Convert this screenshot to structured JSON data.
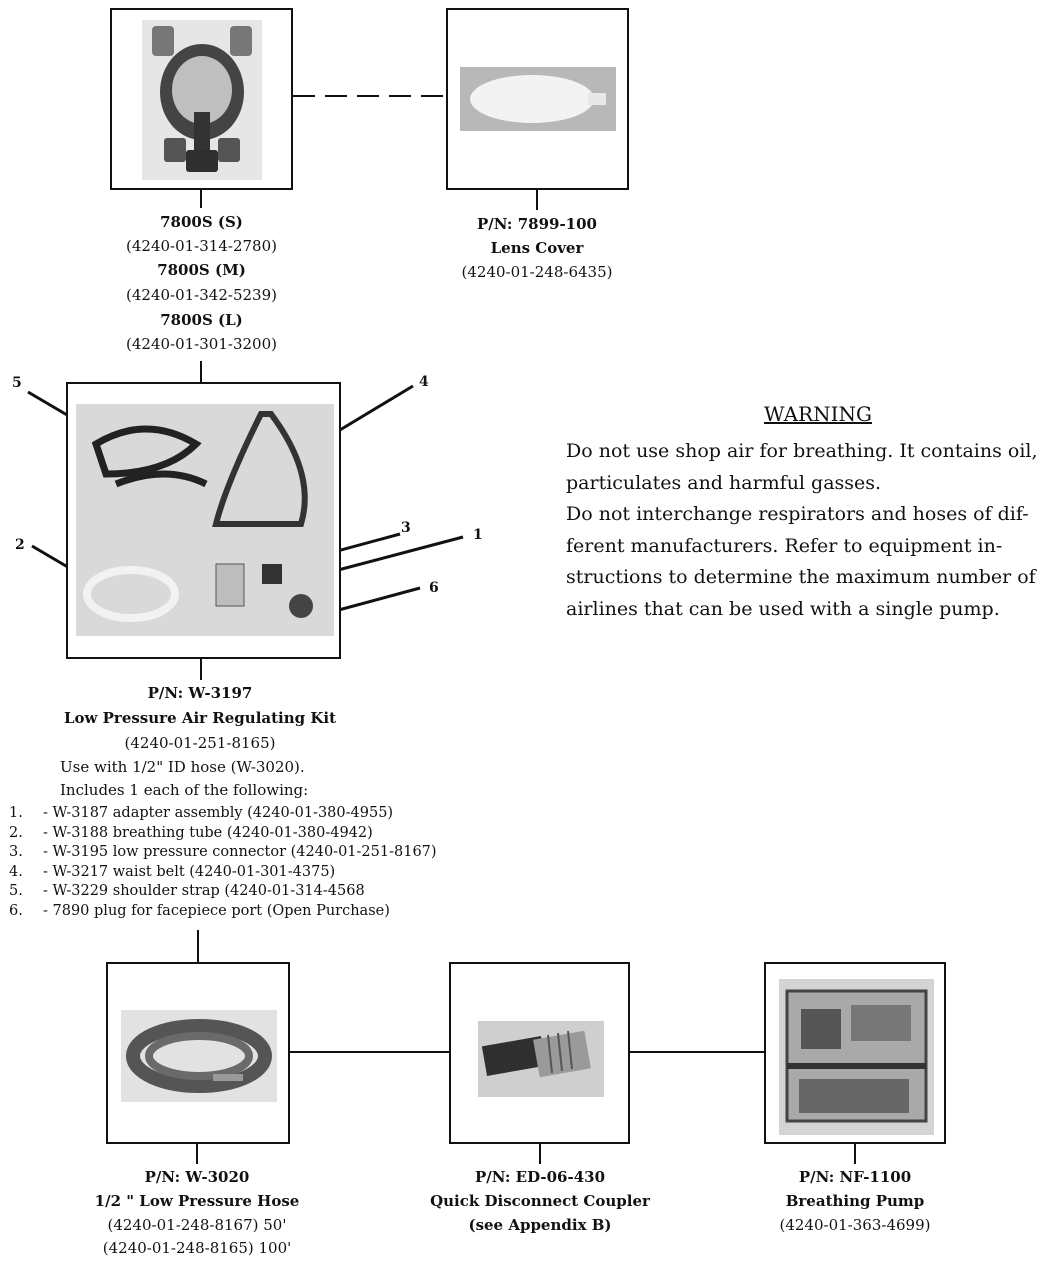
{
  "respirator": {
    "part_lines": [
      "7800S (S)",
      "(4240-01-314-2780)",
      "7800S (M)",
      "(4240-01-342-5239)",
      "7800S (L)",
      "(4240-01-301-3200)"
    ],
    "image": "full-facepiece-respirator-photo"
  },
  "lens_cover": {
    "pn": "P/N: 7899-100",
    "name": "Lens Cover",
    "nsn": "(4240-01-248-6435)",
    "image": "lens-cover-photo"
  },
  "regulating_kit": {
    "pn": "P/N: W-3197",
    "name": "Low Pressure Air Regulating Kit",
    "nsn": "(4240-01-251-8165)",
    "note1": "Use with 1/2\" ID hose (W-3020).",
    "note2": "Includes 1 each of the following:",
    "items": [
      {
        "num": "1.",
        "text": "- W-3187 adapter assembly (4240-01-380-4955)"
      },
      {
        "num": "2.",
        "text": "- W-3188 breathing tube (4240-01-380-4942)"
      },
      {
        "num": "3.",
        "text": "- W-3195 low pressure connector (4240-01-251-8167)"
      },
      {
        "num": "4.",
        "text": "- W-3217 waist belt (4240-01-301-4375)"
      },
      {
        "num": "5.",
        "text": "- W-3229 shoulder strap (4240-01-314-4568"
      },
      {
        "num": "6.",
        "text": "- 7890 plug for facepiece port (Open Purchase)"
      }
    ],
    "callouts": [
      "1",
      "2",
      "3",
      "4",
      "5",
      "6"
    ],
    "image": "regulating-kit-components-photo"
  },
  "warning": {
    "title": "WARNING",
    "lines": [
      "Do not use shop air for breathing. It contains oil,",
      "particulates and harmful gasses.",
      "Do not interchange respirators and hoses of dif-",
      "ferent manufacturers. Refer to equipment in-",
      "structions to determine the maximum number of",
      "airlines that can be used with a single pump."
    ]
  },
  "hose": {
    "pn": "P/N: W-3020",
    "name": "1/2 \" Low Pressure Hose",
    "nsn_50": "(4240-01-248-8167) 50'",
    "nsn_100": "(4240-01-248-8165) 100'",
    "image": "coiled-hose-photo"
  },
  "coupler": {
    "pn": "P/N: ED-06-430",
    "name": "Quick Disconnect Coupler",
    "note": "(see Appendix B)",
    "image": "quick-disconnect-coupler-photo"
  },
  "pump": {
    "pn": "P/N: NF-1100",
    "name": "Breathing Pump",
    "nsn": "(4240-01-363-4699)",
    "image": "breathing-pump-photo"
  }
}
